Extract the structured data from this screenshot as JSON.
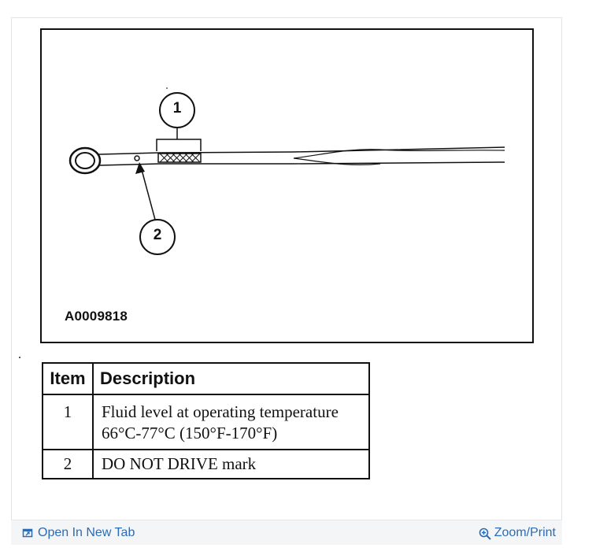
{
  "figure": {
    "id_label": "A0009818",
    "callouts": [
      "1",
      "2"
    ]
  },
  "legend": {
    "headers": {
      "item": "Item",
      "description": "Description"
    },
    "rows": [
      {
        "item": "1",
        "description": "Fluid level at operating temperature 66°C-77°C (150°F-170°F)"
      },
      {
        "item": "2",
        "description": "DO NOT DRIVE mark"
      }
    ]
  },
  "footer": {
    "open_tab_label": "Open In New Tab",
    "zoom_label": "Zoom/Print",
    "open_tab_icon": "open-new-tab-icon",
    "zoom_icon": "zoom-icon",
    "link_color": "#2c6cb5"
  }
}
